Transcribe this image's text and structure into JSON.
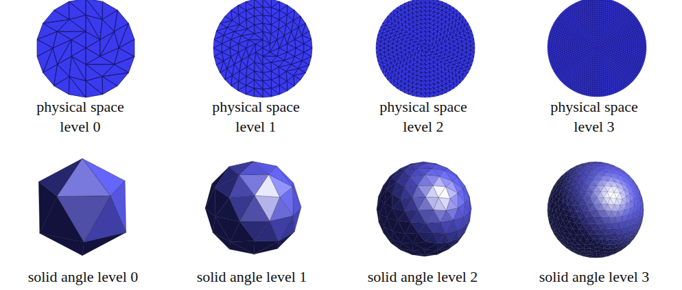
{
  "diagram": {
    "labels": [
      "physical space level 0",
      "physical space level 1",
      "physical space level 2",
      "physical space level 3",
      "solid angle level 0",
      "solid angle level 1",
      "solid angle level 2",
      "solid angle level 3"
    ]
  }
}
